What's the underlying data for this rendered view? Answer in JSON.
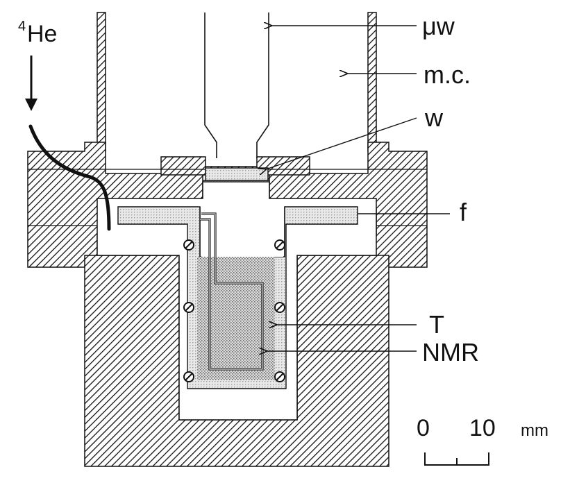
{
  "labels": {
    "helium": "He",
    "helium_superscript": "4",
    "microwave": "μw",
    "mixing_chamber": "m.c.",
    "window": "w",
    "flange": "f",
    "thermometer": "T",
    "nmr": "NMR"
  },
  "scale_bar": {
    "start": "0",
    "end": "10",
    "unit": "mm"
  },
  "colors": {
    "ink": "#111111",
    "hatch_bg": "#ffffff",
    "stipple_bg": "#d9d9d9",
    "stipple_dot": "#7a7a7a",
    "window_fill": "#e6e6e6"
  }
}
